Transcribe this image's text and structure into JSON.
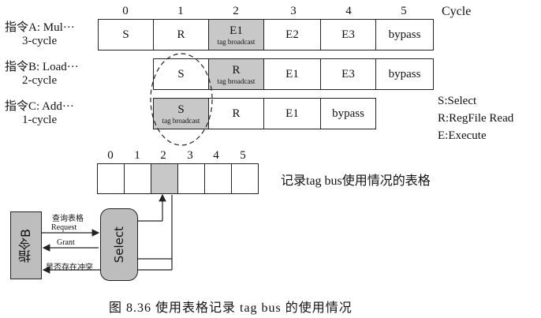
{
  "header": {
    "cycles": [
      "0",
      "1",
      "2",
      "3",
      "4",
      "5"
    ],
    "cycle_label": "Cycle"
  },
  "instructions": [
    {
      "name": "指令A: Mul···",
      "latency": "3-cycle",
      "stages": [
        {
          "label": "S",
          "sub": "",
          "highlight": false
        },
        {
          "label": "R",
          "sub": "",
          "highlight": false
        },
        {
          "label": "E1",
          "sub": "tag broadcast",
          "highlight": true
        },
        {
          "label": "E2",
          "sub": "",
          "highlight": false
        },
        {
          "label": "E3",
          "sub": "",
          "highlight": false
        },
        {
          "label": "bypass",
          "sub": "",
          "highlight": false
        }
      ]
    },
    {
      "name": "指令B: Load···",
      "latency": "2-cycle",
      "stages": [
        {
          "label": "S",
          "sub": "",
          "highlight": false
        },
        {
          "label": "R",
          "sub": "tag broadcast",
          "highlight": true
        },
        {
          "label": "E1",
          "sub": "",
          "highlight": false
        },
        {
          "label": "E3",
          "sub": "",
          "highlight": false
        },
        {
          "label": "bypass",
          "sub": "",
          "highlight": false
        }
      ]
    },
    {
      "name": "指令C: Add···",
      "latency": "1-cycle",
      "stages": [
        {
          "label": "S",
          "sub": "tag broadcast",
          "highlight": true
        },
        {
          "label": "R",
          "sub": "",
          "highlight": false
        },
        {
          "label": "E1",
          "sub": "",
          "highlight": false
        },
        {
          "label": "bypass",
          "sub": "",
          "highlight": false
        }
      ]
    }
  ],
  "legend": [
    "S:Select",
    "R:RegFile Read",
    "E:Execute"
  ],
  "table": {
    "indices": [
      "0",
      "1",
      "2",
      "3",
      "4",
      "5"
    ],
    "highlight_index": 2,
    "title": "记录tag bus使用情况的表格"
  },
  "diagram": {
    "instr_box": "指令B",
    "select_box": "Select",
    "lookup_label": "查询表格",
    "request_label": "Request",
    "grant_label": "Grant",
    "conflict_label": "是否存在冲突"
  },
  "caption": "图 8.36   使用表格记录 tag bus 的使用情况"
}
